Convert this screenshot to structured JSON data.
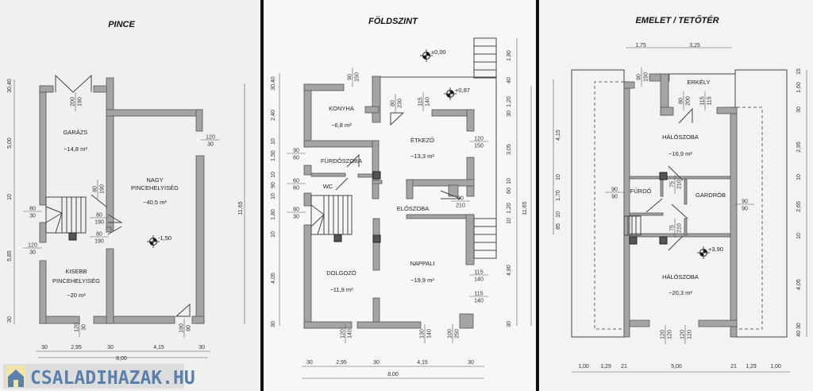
{
  "watermark": {
    "text": "CSALADIHAZAK.HU"
  },
  "plans": {
    "pince": {
      "title": "PINCE",
      "rooms": [
        {
          "name": "GARÁZS",
          "area": "~14,8 m²"
        },
        {
          "name": "NAGY",
          "name2": "PINCEHELYISÉG",
          "area": "~40,5 m²"
        },
        {
          "name": "KISEBB",
          "name2": "PINCEHELYISÉG",
          "area": "~20 m²"
        }
      ],
      "level": "-1,50",
      "openings": [
        {
          "w": "200",
          "h": "190"
        },
        {
          "w": "120",
          "h": "30"
        },
        {
          "w": "80",
          "h": "190"
        },
        {
          "w": "80",
          "h": "30"
        },
        {
          "w": "80",
          "h": "190"
        },
        {
          "w": "80",
          "h": "190"
        },
        {
          "w": "120",
          "h": "30"
        },
        {
          "w": "120",
          "h": "30"
        },
        {
          "w": "190",
          "h": "80"
        }
      ],
      "dimensions": [
        "30,40",
        "5,00",
        "10",
        "5,85",
        "30",
        "11,65",
        "30",
        "2,95",
        "30",
        "4,15",
        "30",
        "8,00"
      ]
    },
    "foldszint": {
      "title": "FÖLDSZINT",
      "rooms": [
        {
          "name": "KONYHA",
          "area": "~6,8 m²"
        },
        {
          "name": "ÉTKEZŐ",
          "area": "~13,3 m²"
        },
        {
          "name": "FÜRDŐSZOBA"
        },
        {
          "name": "WC"
        },
        {
          "name": "ELŐSZOBA"
        },
        {
          "name": "NAPPALI",
          "area": "~19,9 m²"
        },
        {
          "name": "DOLGOZÓ",
          "area": "~11,9 m²"
        }
      ],
      "levels": [
        "±0,00",
        "+0,87"
      ],
      "openings": [
        {
          "w": "90",
          "h": "150"
        },
        {
          "w": "80",
          "h": "230"
        },
        {
          "w": "115",
          "h": "140"
        },
        {
          "w": "120",
          "h": "150"
        },
        {
          "w": "90",
          "h": "60"
        },
        {
          "w": "60",
          "h": "60"
        },
        {
          "w": "80",
          "h": "30"
        },
        {
          "w": "90",
          "h": "210"
        },
        {
          "w": "115",
          "h": "140"
        },
        {
          "w": "115",
          "h": "140"
        },
        {
          "w": "120",
          "h": "140"
        },
        {
          "w": "130",
          "h": "140"
        },
        {
          "w": "100",
          "h": "250"
        }
      ],
      "dimensions": [
        "30,40",
        "2,40",
        "10",
        "1,50",
        "10",
        "90",
        "10",
        "1,80",
        "10",
        "4,05",
        "30",
        "1,80",
        "40",
        "1,20",
        "30",
        "3,05",
        "10",
        "60",
        "1,20",
        "10",
        "4,80",
        "30",
        "11,65",
        "30",
        "2,95",
        "30",
        "4,15",
        "30",
        "8,00"
      ]
    },
    "emelet": {
      "title": "EMELET / TETŐTÉR",
      "rooms": [
        {
          "name": "ERKÉLY"
        },
        {
          "name": "HÁLÓSZOBA",
          "area": "~16,9 m²"
        },
        {
          "name": "FÜRDŐ"
        },
        {
          "name": "GARDRÓB"
        },
        {
          "name": "HÁLÓSZOBA",
          "area": "~20,3 m²"
        }
      ],
      "level": "+3,90",
      "openings": [
        {
          "w": "90",
          "h": "150"
        },
        {
          "w": "80",
          "h": "200"
        },
        {
          "w": "115",
          "h": "115"
        },
        {
          "w": "90",
          "h": "90"
        },
        {
          "w": "75",
          "h": "210"
        },
        {
          "w": "90",
          "h": "90"
        },
        {
          "w": "75",
          "h": "210"
        },
        {
          "w": "120",
          "h": "120"
        },
        {
          "w": "120",
          "h": "120"
        }
      ],
      "dimensions": [
        "1,75",
        "3,25",
        "4,15",
        "10",
        "1,70",
        "10",
        "85",
        "15",
        "1,60",
        "30",
        "2,95",
        "10",
        "2,65",
        "10",
        "4,05",
        "40 30",
        "1,00",
        "1,29",
        "21",
        "5,00",
        "21",
        "1,29",
        "1,00"
      ]
    }
  }
}
